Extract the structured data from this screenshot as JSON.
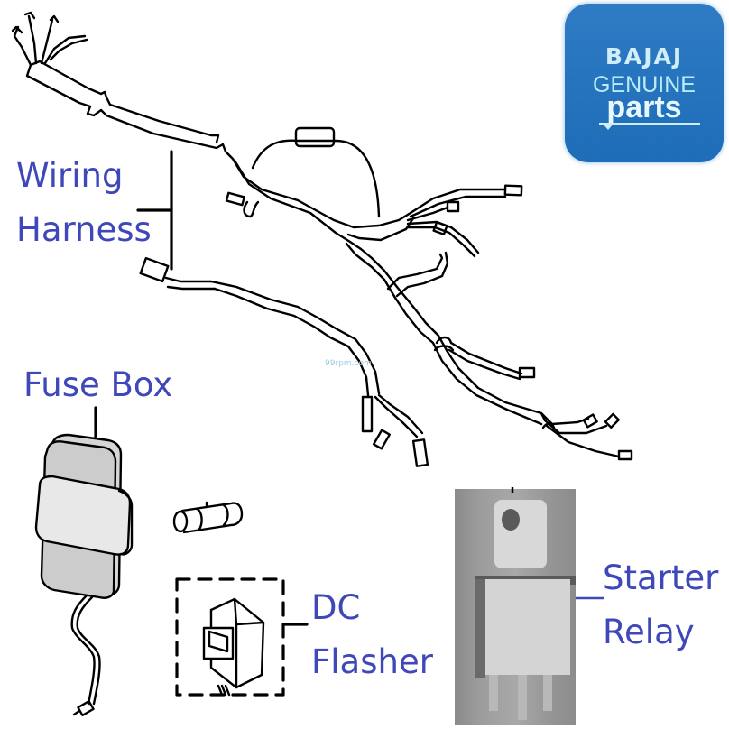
{
  "logo": {
    "brand": "BAJAJ",
    "line2": "GENUINE",
    "line3": "parts",
    "background_color": "#1e6db8",
    "icon": "bajaj-genuine-parts-logo"
  },
  "labels": {
    "wiring_harness": [
      "Wiring",
      "Harness"
    ],
    "fuse_box": "Fuse Box",
    "dc_flasher": [
      "DC",
      "Flasher"
    ],
    "starter_relay": [
      "Starter",
      "Relay"
    ]
  },
  "label_color": "#3f48b8",
  "watermark": "99rpm.com",
  "parts": [
    {
      "name": "Wiring Harness",
      "icon": "wiring-harness-drawing"
    },
    {
      "name": "Fuse Box",
      "icon": "fuse-box-drawing"
    },
    {
      "name": "Fuse",
      "icon": "fuse-cartridge-drawing"
    },
    {
      "name": "DC Flasher",
      "icon": "flasher-unit-drawing"
    },
    {
      "name": "Starter Relay",
      "icon": "starter-relay-photo"
    }
  ]
}
